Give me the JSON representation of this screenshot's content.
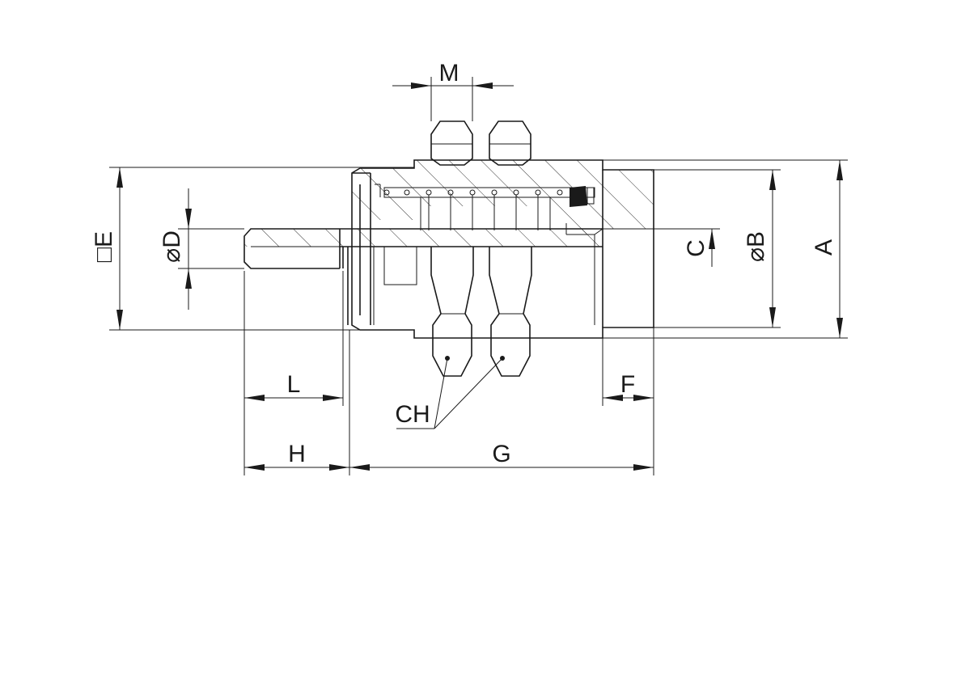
{
  "labels": {
    "M": "M",
    "E": "□E",
    "D": "⌀D",
    "C": "C",
    "B": "⌀B",
    "A": "A",
    "L": "L",
    "F": "F",
    "CH": "CH",
    "H": "H",
    "G": "G"
  }
}
